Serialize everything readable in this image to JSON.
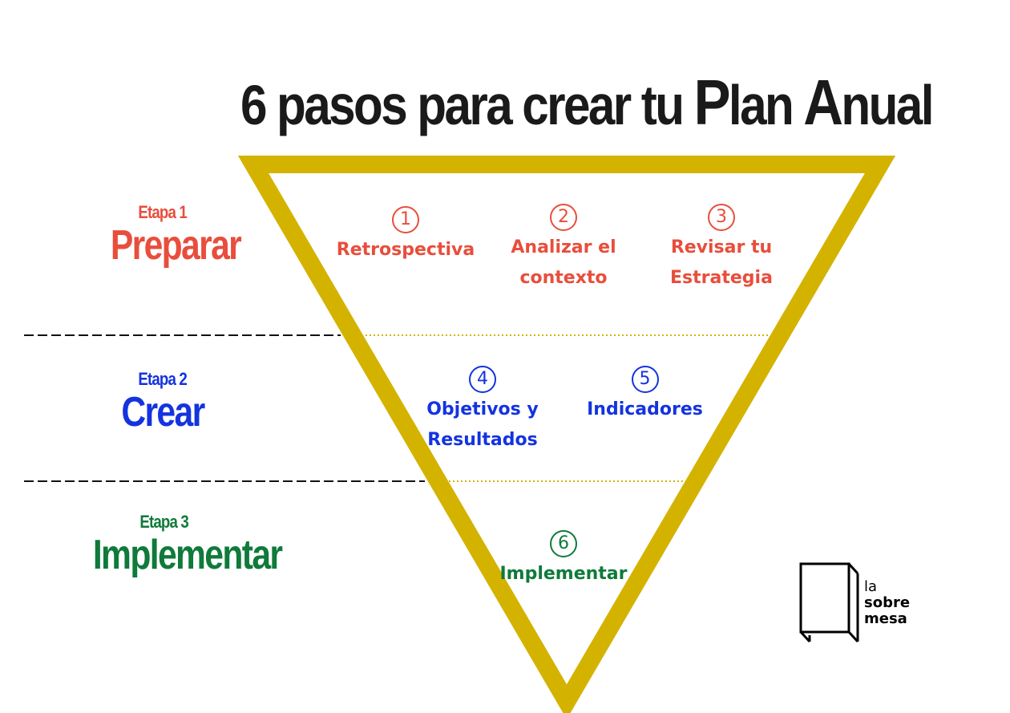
{
  "title": {
    "part1": "6 pasos para crear tu ",
    "p_big": "P",
    "part2": "lan ",
    "a_big": "A",
    "part3": "nual"
  },
  "stages": [
    {
      "etapa": "Etapa 1",
      "name": "Preparar",
      "color": "#e84e3c"
    },
    {
      "etapa": "Etapa 2",
      "name": "Crear",
      "color": "#1433e0"
    },
    {
      "etapa": "Etapa 3",
      "name": "Implementar",
      "color": "#0f7a3a"
    }
  ],
  "steps": [
    {
      "num": "1",
      "label": "Retrospectiva"
    },
    {
      "num": "2",
      "label": "Analizar el\ncontexto"
    },
    {
      "num": "3",
      "label": "Revisar tu\nEstrategia"
    },
    {
      "num": "4",
      "label": "Objetivos y\nResultados"
    },
    {
      "num": "5",
      "label": "Indicadores"
    },
    {
      "num": "6",
      "label": "Implementar"
    }
  ],
  "logo": {
    "line1": "la",
    "line2": "sobre",
    "line3": "mesa"
  },
  "colors": {
    "triangle": "#d4b300",
    "divider_dots": "#d4b300"
  }
}
